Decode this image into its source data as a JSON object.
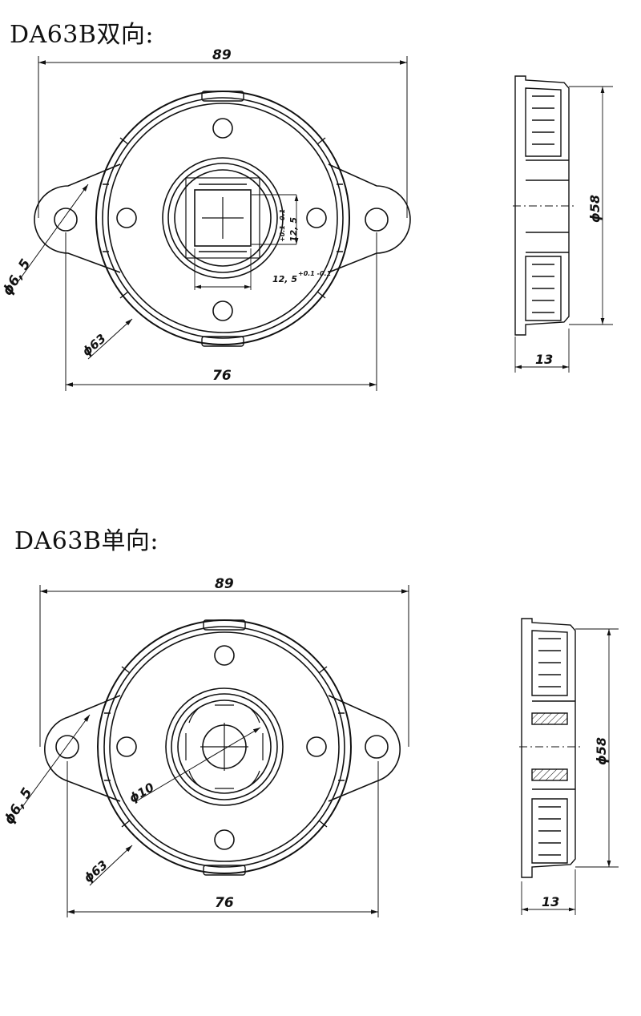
{
  "titles": {
    "bidirectional": "DA63B双向:",
    "unidirectional": "DA63B单向:"
  },
  "bidirectional": {
    "overall_width": "89",
    "hole_spacing": "76",
    "mount_hole_dia": "ϕ6, 5",
    "body_dia": "ϕ63",
    "square_w": "12, 5",
    "square_tol": "+0.1 -0.1",
    "side_dia": "ϕ58",
    "side_depth": "13"
  },
  "unidirectional": {
    "overall_width": "89",
    "hole_spacing": "76",
    "mount_hole_dia": "ϕ6, 5",
    "body_dia": "ϕ63",
    "shaft_dia": "ϕ10",
    "side_dia": "ϕ58",
    "side_depth": "13"
  }
}
